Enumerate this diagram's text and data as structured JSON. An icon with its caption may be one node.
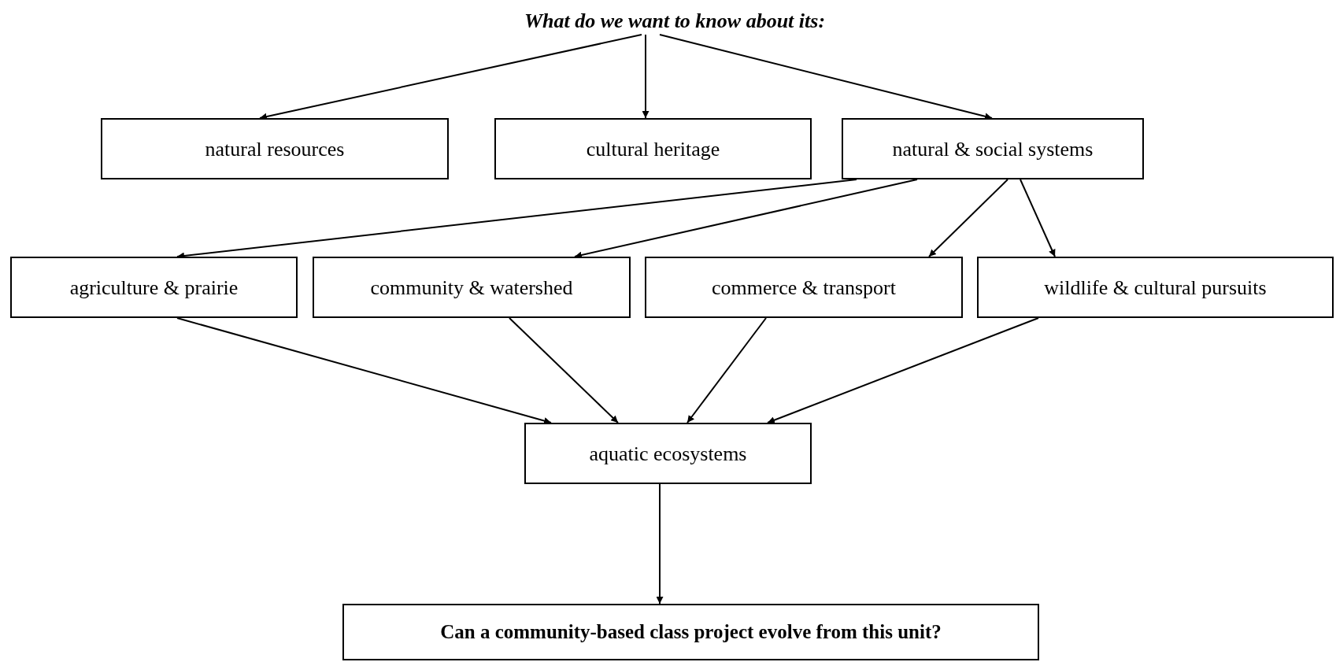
{
  "diagram": {
    "nodes": [
      {
        "text": [
          "What do we want to know about its:"
        ]
      },
      {
        "text": [
          "natural resources"
        ]
      },
      {
        "text": [
          "cultural heritage"
        ]
      },
      {
        "text": [
          "natural & social systems"
        ]
      },
      {
        "text": [
          "agriculture & prairie"
        ]
      },
      {
        "text": [
          "community & watershed"
        ]
      },
      {
        "text": [
          "commerce & transport"
        ]
      },
      {
        "text": [
          "wildlife & cultural pursuits"
        ]
      },
      {
        "text": [
          "aquatic ecosystems"
        ]
      },
      {
        "text": [
          "Can a community-based class project evolve from this unit?"
        ]
      }
    ],
    "edges": [
      {
        "from": 0,
        "to": 1,
        "arrow": "to"
      },
      {
        "from": 0,
        "to": 2,
        "arrow": "to"
      },
      {
        "from": 0,
        "to": 3,
        "arrow": "to"
      },
      {
        "from": 3,
        "to": 4,
        "arrow": "to"
      },
      {
        "from": 3,
        "to": 5,
        "arrow": "to"
      },
      {
        "from": 3,
        "to": 6,
        "arrow": "to"
      },
      {
        "from": 3,
        "to": 7,
        "arrow": "to"
      },
      {
        "from": 4,
        "to": 8,
        "arrow": "to"
      },
      {
        "from": 5,
        "to": 8,
        "arrow": "to"
      },
      {
        "from": 6,
        "to": 8,
        "arrow": "to"
      },
      {
        "from": 7,
        "to": 8,
        "arrow": "to"
      },
      {
        "from": 8,
        "to": 9,
        "arrow": "to"
      }
    ]
  }
}
